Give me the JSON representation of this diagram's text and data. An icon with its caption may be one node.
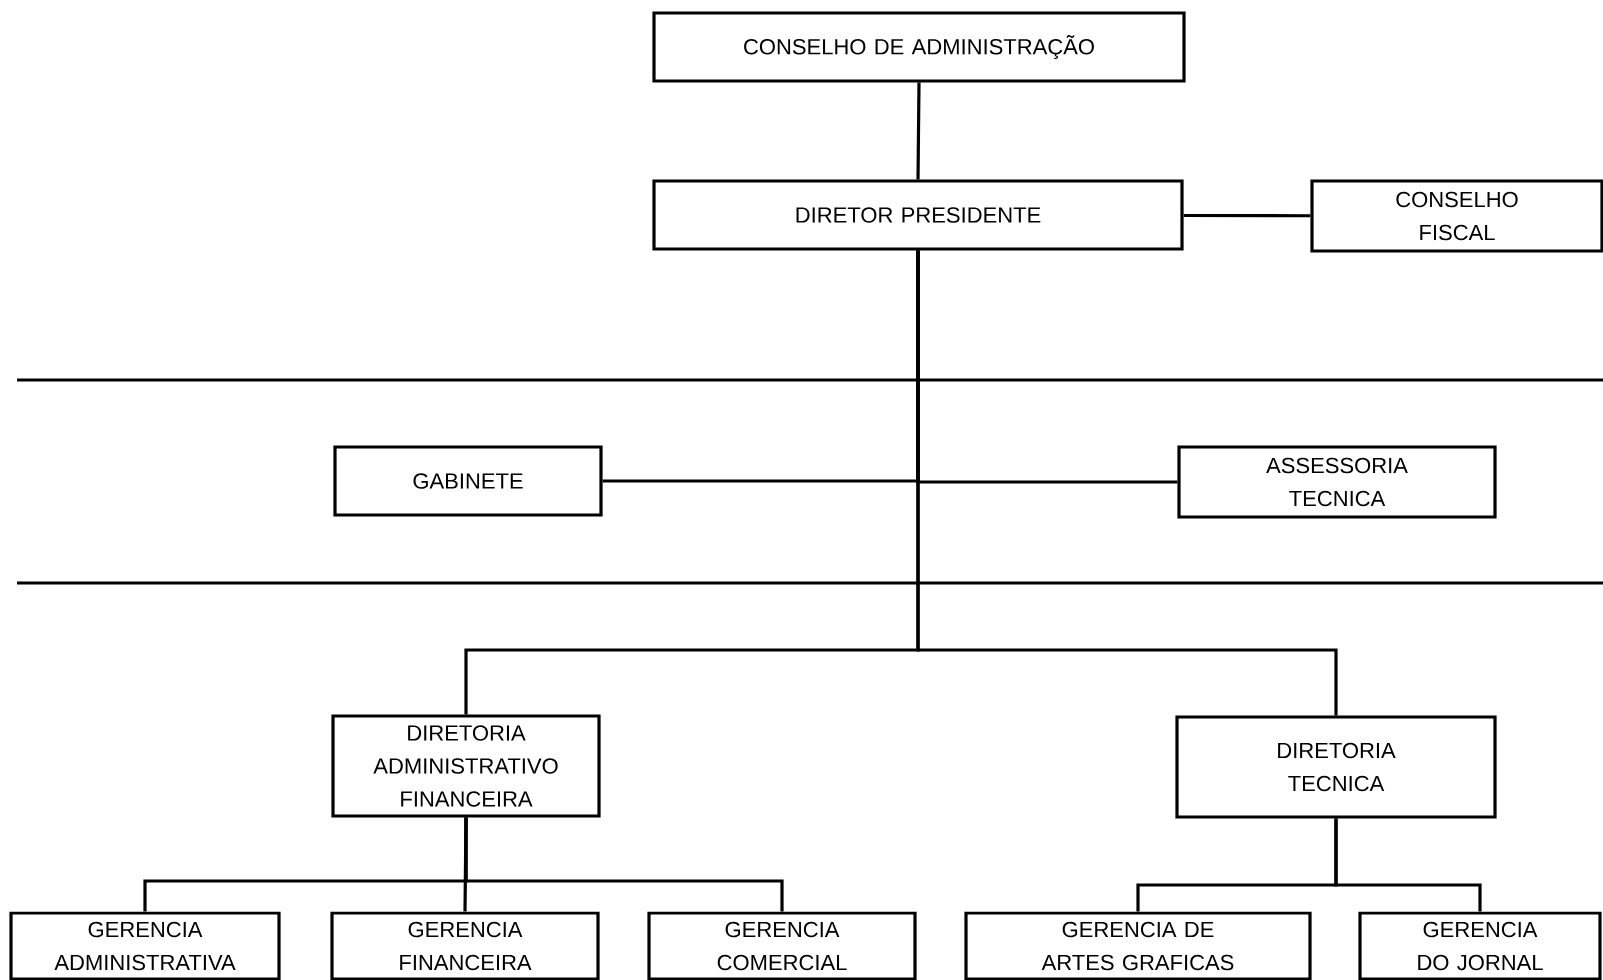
{
  "diagram": {
    "nodes": [
      {
        "text": [
          "CONSELHO DE ADMINISTRAÇÃO"
        ]
      },
      {
        "text": [
          "DIRETOR PRESIDENTE"
        ]
      },
      {
        "text": [
          "CONSELHO FISCAL"
        ]
      },
      {
        "text": [
          "GABINETE"
        ]
      },
      {
        "text": [
          "ASSESSORIA TECNICA"
        ]
      },
      {
        "text": [
          "DIRETORIA ADMINISTRATIVO FINANCEIRA"
        ]
      },
      {
        "text": [
          "DIRETORIA TECNICA"
        ]
      },
      {
        "text": [
          "GERENCIA ADMINISTRATIVA"
        ]
      },
      {
        "text": [
          "GERENCIA FINANCEIRA"
        ]
      },
      {
        "text": [
          "GERENCIA COMERCIAL"
        ]
      },
      {
        "text": [
          "GERENCIA DE ARTES GRAFICAS"
        ]
      },
      {
        "text": [
          "GERENCIA DO JORNAL"
        ]
      }
    ],
    "edges": [
      {
        "from": 0,
        "to": 1,
        "arrow": "none"
      },
      {
        "from": 1,
        "to": 2,
        "arrow": "none"
      },
      {
        "from": 1,
        "to": 3,
        "arrow": "none"
      },
      {
        "from": 1,
        "to": 4,
        "arrow": "none"
      },
      {
        "from": 1,
        "to": 5,
        "arrow": "none"
      },
      {
        "from": 1,
        "to": 6,
        "arrow": "none"
      },
      {
        "from": 5,
        "to": 7,
        "arrow": "none"
      },
      {
        "from": 5,
        "to": 8,
        "arrow": "none"
      },
      {
        "from": 5,
        "to": 9,
        "arrow": "none"
      },
      {
        "from": 6,
        "to": 10,
        "arrow": "none"
      },
      {
        "from": 6,
        "to": 11,
        "arrow": "none"
      }
    ]
  }
}
